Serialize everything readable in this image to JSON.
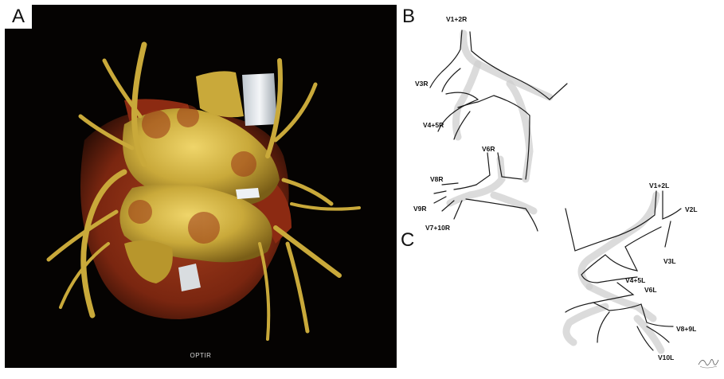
{
  "panels": {
    "a": {
      "letter": "A",
      "caption": "OPTIR"
    },
    "b": {
      "letter": "B"
    },
    "c": {
      "letter": "C"
    }
  },
  "right_veins_labels": {
    "v1_2r": "V1+2R",
    "v3r": "V3R",
    "v4_5r": "V4+5R",
    "v6r": "V6R",
    "v8r": "V8R",
    "v9r": "V9R",
    "v7_10r": "V7+10R"
  },
  "left_veins_labels": {
    "v1_2l": "V1+2L",
    "v2l": "V2L",
    "v3l": "V3L",
    "v4_5l": "V4+5L",
    "v6l": "V6L",
    "v8_9l": "V8+9L",
    "v10l": "V10L"
  },
  "colors": {
    "render_background": "#050302",
    "vessel_gold": "#c9a93a",
    "vessel_red": "#8c2a12",
    "line": "#1a1a1a",
    "halo": "#cfcfcf"
  }
}
